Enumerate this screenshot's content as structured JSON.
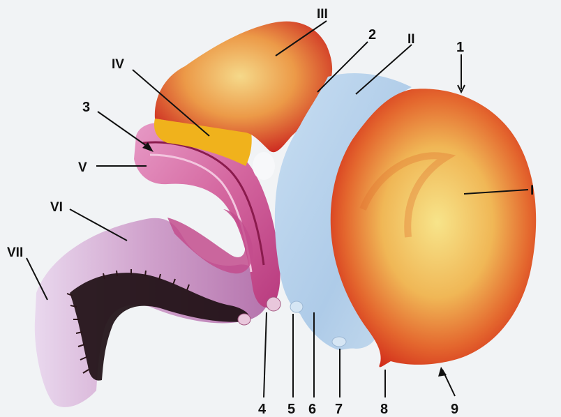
{
  "labels": {
    "I": "I",
    "II": "II",
    "III": "III",
    "IV": "IV",
    "V": "V",
    "VI": "VI",
    "VII": "VII",
    "n1": "1",
    "n2": "2",
    "n3": "3",
    "n4": "4",
    "n5": "5",
    "n6": "6",
    "n7": "7",
    "n8": "8",
    "n9": "9"
  },
  "colors": {
    "background": "#f1f3f5",
    "region_I_outer": "#d42a1e",
    "region_I_inner": "#f2d06a",
    "region_II": "#b9d3ec",
    "region_III_outer": "#cf2a20",
    "region_III_inner": "#eec068",
    "region_IV": "#f0b21c",
    "region_V": "#d86aa6",
    "region_VI": "#c98fc2",
    "region_VII": "#e6d0ea",
    "pigment_band": "#1e0f14",
    "leader_lines": "#111111"
  }
}
